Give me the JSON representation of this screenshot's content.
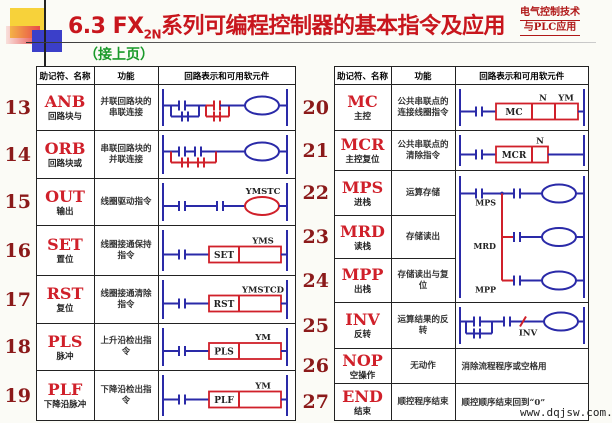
{
  "header": {
    "title_prefix": "6.3 FX",
    "title_sub": "2N",
    "title_rest": "系列可编程控制器的基本指令及应用",
    "corner_line1": "电气控制技术",
    "corner_line2": "与PLC应用",
    "continued": "（接上页）"
  },
  "columns": {
    "mnemonic": "助记符、名称",
    "function": "功能",
    "circuit": "回路表示和可用软元件"
  },
  "colors": {
    "blue": "#2a2aa8",
    "red": "#d0202a",
    "number": "#8b1a1a"
  },
  "left_rows": [
    {
      "num": "13",
      "mn": "ANB",
      "cn": "回路块与",
      "fn": "并联回路块的串联连接",
      "diagram": "anb"
    },
    {
      "num": "14",
      "mn": "ORB",
      "cn": "回路块或",
      "fn": "串联回路块的并联连接",
      "diagram": "orb"
    },
    {
      "num": "15",
      "mn": "OUT",
      "cn": "输出",
      "fn": "线圈驱动指令",
      "diagram": "out",
      "operand": "YMSTC"
    },
    {
      "num": "16",
      "mn": "SET",
      "cn": "置位",
      "fn": "线圈接通保持指令",
      "diagram": "box",
      "box": "SET",
      "operand": "YMS"
    },
    {
      "num": "17",
      "mn": "RST",
      "cn": "复位",
      "fn": "线圈接通清除指令",
      "diagram": "box",
      "box": "RST",
      "operand": "YMSTCD"
    },
    {
      "num": "18",
      "mn": "PLS",
      "cn": "脉冲",
      "fn": "上升沿检出指令",
      "diagram": "box",
      "box": "PLS",
      "operand": "YM"
    },
    {
      "num": "19",
      "mn": "PLF",
      "cn": "下降沿脉冲",
      "fn": "下降沿检出指令",
      "diagram": "box",
      "box": "PLF",
      "operand": "YM"
    }
  ],
  "right_rows": [
    {
      "num": "20",
      "mn": "MC",
      "cn": "主控",
      "fn": "公共串联点的连接线圈指令",
      "diagram": "mc",
      "box": "MC",
      "operand1": "N",
      "operand2": "YM"
    },
    {
      "num": "21",
      "mn": "MCR",
      "cn": "主控复位",
      "fn": "公共串联点的清除指令",
      "diagram": "mcr",
      "box": "MCR",
      "operand1": "N"
    },
    {
      "num": "22",
      "mn": "MPS",
      "cn": "进栈",
      "fn": "运算存储",
      "diagram": "stack"
    },
    {
      "num": "23",
      "mn": "MRD",
      "cn": "读栈",
      "fn": "存储读出"
    },
    {
      "num": "24",
      "mn": "MPP",
      "cn": "出栈",
      "fn": "存储读出与复位"
    },
    {
      "num": "25",
      "mn": "INV",
      "cn": "反转",
      "fn": "运算结果的反转",
      "diagram": "inv",
      "label": "INV"
    },
    {
      "num": "26",
      "mn": "NOP",
      "cn": "空操作",
      "fn": "无动作",
      "text": "消除流程程序或空格用"
    },
    {
      "num": "27",
      "mn": "END",
      "cn": "结束",
      "fn": "顺控程序结束",
      "text": "顺控顺序结束回到“0”"
    }
  ],
  "stack_labels": [
    "MPS",
    "MRD",
    "MPP"
  ],
  "watermark": "www.dqjsw.com.cn"
}
